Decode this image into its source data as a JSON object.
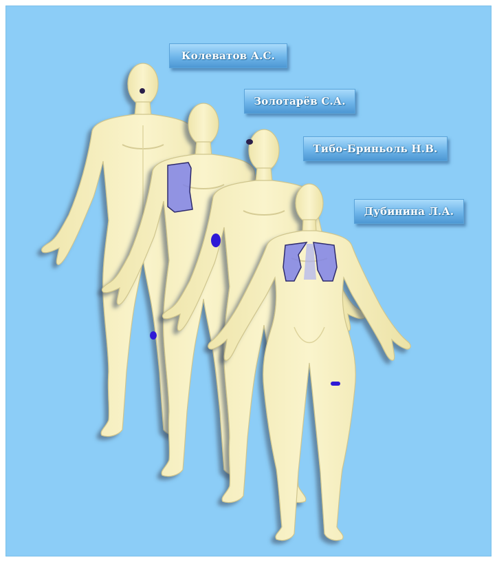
{
  "labels": [
    {
      "name": "Колеватов А.С."
    },
    {
      "name": "Золотарёв С.А."
    },
    {
      "name": "Тибо-Бриньоль Н.В."
    },
    {
      "name": "Дубинина Л.А."
    }
  ],
  "colors": {
    "background": "#8ccdf7",
    "body_fill": "#f6f0c0",
    "body_shade": "#d8cf94",
    "injury_zone": "#7f83e8",
    "injury_mark": "#2e19d6",
    "head_wound": "#2a1f4a"
  }
}
